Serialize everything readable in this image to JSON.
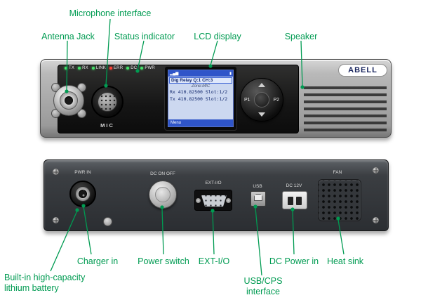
{
  "colors": {
    "callout_green": "#009B52",
    "led_green": "#46e36a",
    "led_red": "#ff4136",
    "lcd_blue": "#2f55c9"
  },
  "front_panel": {
    "brand": "ABELL",
    "mic_label": "MIC",
    "p1": "P1",
    "p2": "P2",
    "leds": [
      {
        "label": "TX",
        "color": "#46e36a"
      },
      {
        "label": "RX",
        "color": "#46e36a"
      },
      {
        "label": "LINK",
        "color": "#46e36a"
      },
      {
        "label": "ERR",
        "color": "#ff4136"
      },
      {
        "label": "DC",
        "color": "#46e36a"
      },
      {
        "label": "PWR",
        "color": "#46e36a"
      }
    ],
    "lcd": {
      "icons": {
        "signal": "▂▄▆",
        "battery": "▮"
      },
      "line1": "Dig Relay  Q:1 CH:3",
      "line2": "Zone:MIC",
      "line3": "Rx 410.82500 Slot:1/2",
      "line4": "Tx 410.82500 Slot:1/2",
      "softkey_left": "Menu"
    }
  },
  "back_panel": {
    "pwr_in_label": "PWR IN",
    "power_switch_label": "DC ON OFF",
    "ext_io_label": "EXT-I/O",
    "usb_label": "USB",
    "dc_label": "DC 12V",
    "fan_label": "FAN"
  },
  "callouts": {
    "microphone": "Microphone interface",
    "antenna": "Antenna Jack",
    "status": "Status indicator",
    "lcd": "LCD display",
    "speaker": "Speaker",
    "charger": "Charger in",
    "power_switch": "Power switch",
    "ext_io": "EXT-I/O",
    "dc_power": "DC Power in",
    "heat_sink": "Heat sink",
    "battery_line1": "Built-in high-capacity",
    "battery_line2": "lithium battery",
    "usb_cps_line1": "USB/CPS",
    "usb_cps_line2": "interface"
  }
}
